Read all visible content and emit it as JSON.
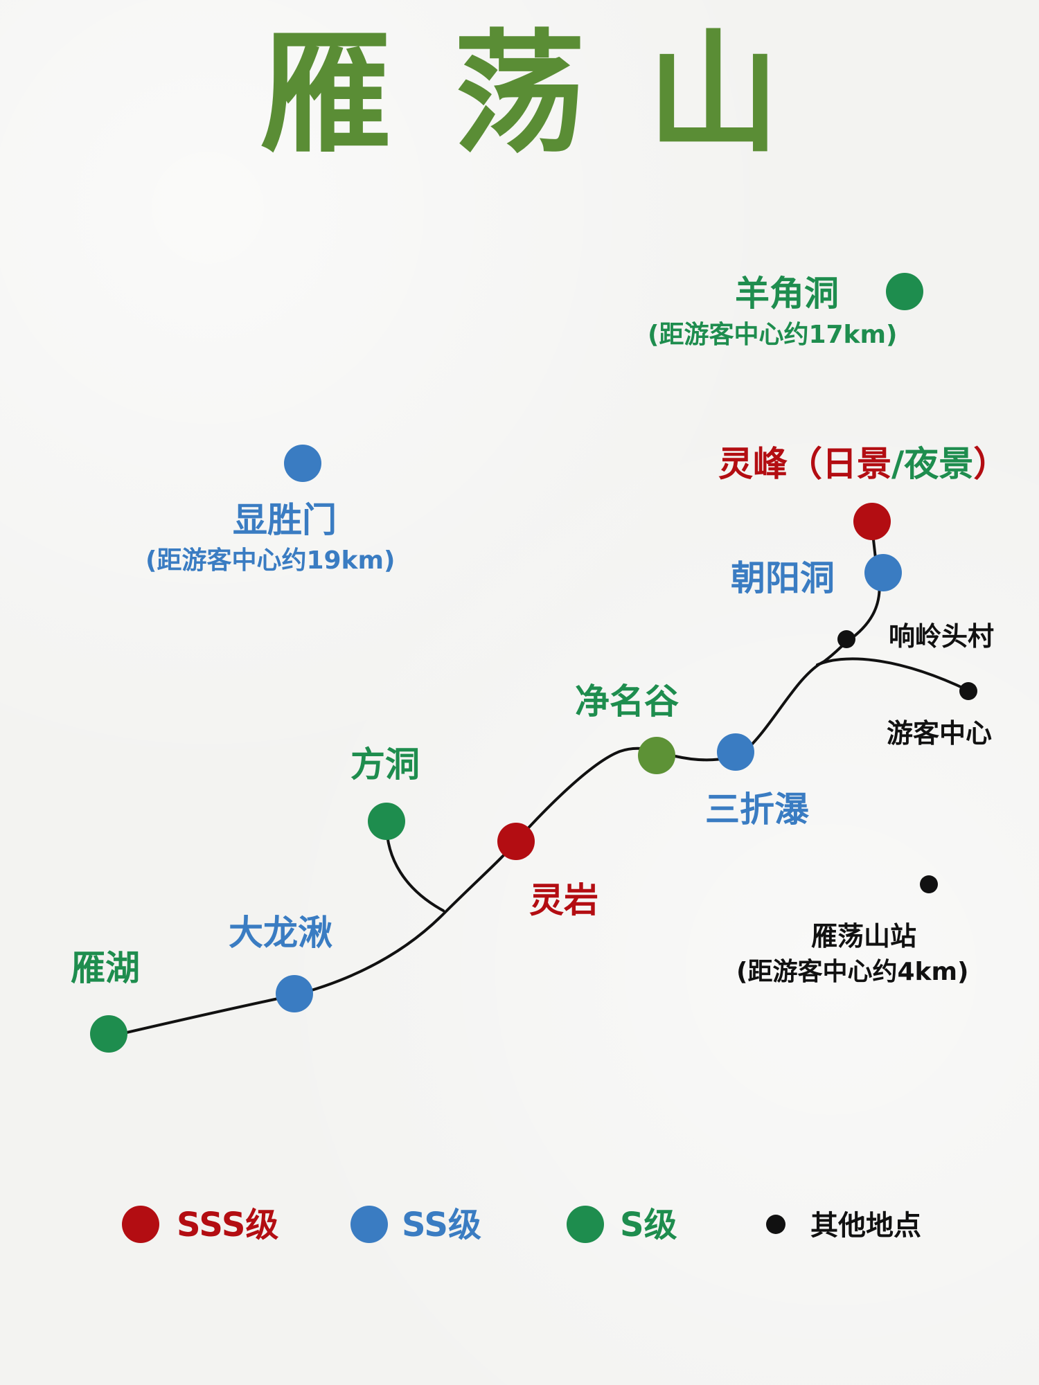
{
  "title": "雁荡山",
  "colors": {
    "sss": "#b30d12",
    "ss": "#3a7cc2",
    "s": "#1e8d4e",
    "olive": "#5d9236",
    "title": "#5a8d35",
    "other": "#111111"
  },
  "spots": [
    {
      "key": "yanghu",
      "name": "雁湖",
      "grade": "s"
    },
    {
      "key": "dalongqiu",
      "name": "大龙湫",
      "grade": "ss"
    },
    {
      "key": "fangdong",
      "name": "方洞",
      "grade": "s"
    },
    {
      "key": "lingyan",
      "name": "灵岩",
      "grade": "sss"
    },
    {
      "key": "jingminggu",
      "name": "净名谷",
      "grade": "s"
    },
    {
      "key": "sanzhepu",
      "name": "三折瀑",
      "grade": "ss"
    },
    {
      "key": "xianglingtoucun",
      "name": "响岭头村",
      "grade": "other"
    },
    {
      "key": "youkezhongxin",
      "name": "游客中心",
      "grade": "other"
    },
    {
      "key": "chaoyangdong",
      "name": "朝阳洞",
      "grade": "ss"
    },
    {
      "key": "lingfeng",
      "name": "灵峰",
      "suffix_open": "（",
      "suffix_day": "日景",
      "suffix_sep": "/",
      "suffix_night": "夜景",
      "suffix_close": "）",
      "grade": "sss"
    },
    {
      "key": "yangjiaodong",
      "name": "羊角洞",
      "note": "(距游客中心约17km)",
      "grade": "s"
    },
    {
      "key": "xianshengmen",
      "name": "显胜门",
      "note": "(距游客中心约19km)",
      "grade": "ss"
    },
    {
      "key": "yandangshanzhan",
      "name": "雁荡山站",
      "note": "(距游客中心约4km)",
      "grade": "other"
    }
  ],
  "legend": [
    {
      "label": "SSS级",
      "grade": "sss"
    },
    {
      "label": "SS级",
      "grade": "ss"
    },
    {
      "label": "S级",
      "grade": "s"
    },
    {
      "label": "其他地点",
      "grade": "other"
    }
  ]
}
